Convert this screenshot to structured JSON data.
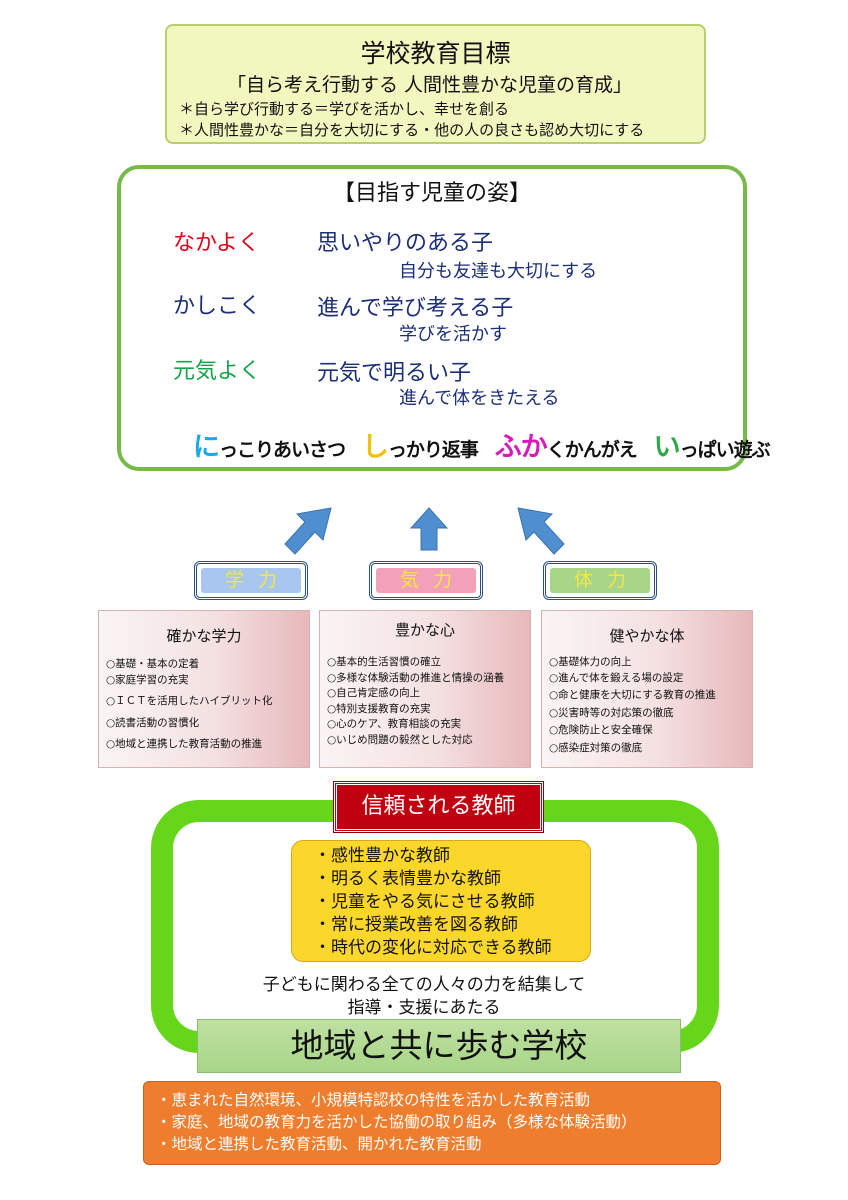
{
  "goal": {
    "title": "学校教育目標",
    "subtitle": "「自ら考え行動する 人間性豊かな児童の育成」",
    "note1": "＊自ら学び行動する＝学びを活かし、幸せを創る",
    "note2": "＊人間性豊かな＝自分を大切にする・他の人の良さも認め大切にする"
  },
  "ideal": {
    "title": "【目指す児童の姿】",
    "rows": [
      {
        "key": "なかよく",
        "main": "思いやりのある子",
        "desc": "自分も友達も大切にする",
        "color": "#e3001b"
      },
      {
        "key": "かしこく",
        "main": "進んで学び考える子",
        "desc": "学びを活かす",
        "color": "#1c2e78"
      },
      {
        "key": "元気よく",
        "main": "元気で明るい子",
        "desc": "進んで体をきたえる",
        "color": "#17a24a"
      }
    ],
    "slogan": [
      {
        "head": "に",
        "rest": "っこりあいさつ",
        "color": "#1aa8e6"
      },
      {
        "head": "し",
        "rest": "っかり返事",
        "color": "#f2c200"
      },
      {
        "head": "ふか",
        "rest": "くかんがえ",
        "color": "#d81ab8"
      },
      {
        "head": "い",
        "rest": "っぱい遊ぶ",
        "color": "#2ea84a"
      }
    ]
  },
  "forces": [
    {
      "label": "学力",
      "bg": "#a9c7ee"
    },
    {
      "label": "気力",
      "bg": "#f3a1b8"
    },
    {
      "label": "体力",
      "bg": "#a8d588"
    }
  ],
  "categories": [
    {
      "title": "確かな学力",
      "items": [
        "○基礎・基本の定着",
        "○家庭学習の充実",
        "○ＩＣＴを活用したハイブリット化",
        "○読書活動の習慣化",
        "○地域と連携した教育活動の推進"
      ]
    },
    {
      "title": "豊かな心",
      "items": [
        "○基本的生活習慣の確立",
        "○多様な体験活動の推進と情操の涵養",
        "○自己肯定感の向上",
        "○特別支援教育の充実",
        "○心のケア、教育相談の充実",
        "○いじめ問題の毅然とした対応"
      ]
    },
    {
      "title": "健やかな体",
      "items": [
        "○基礎体力の向上",
        "○進んで体を鍛える場の設定",
        "○命と健康を大切にする教育の推進",
        "○災害時等の対応策の徹底",
        "○危険防止と安全確保",
        "○感染症対策の徹底"
      ]
    }
  ],
  "teacher": {
    "title": "信頼される教師",
    "items": [
      "・感性豊かな教師",
      "・明るく表情豊かな教師",
      "・児童をやる気にさせる教師",
      "・常に授業改善を図る教師",
      "・時代の変化に対応できる教師"
    ]
  },
  "community": {
    "line1": "子どもに関わる全ての人々の力を結集して",
    "line2": "指導・支援にあたる",
    "school": "地域と共に歩む学校",
    "items": [
      "・恵まれた自然環境、小規模特認校の特性を活かした教育活動",
      "・家庭、地域の教育力を活かした協働の取り組み（多様な体験活動）",
      "・地域と連携した教育活動、開かれた教育活動"
    ]
  },
  "colors": {
    "frame_green": "#66d61a",
    "arrow_blue": "#4f8fd0",
    "teacher_red": "#c00010",
    "orange": "#ef7d2e"
  }
}
